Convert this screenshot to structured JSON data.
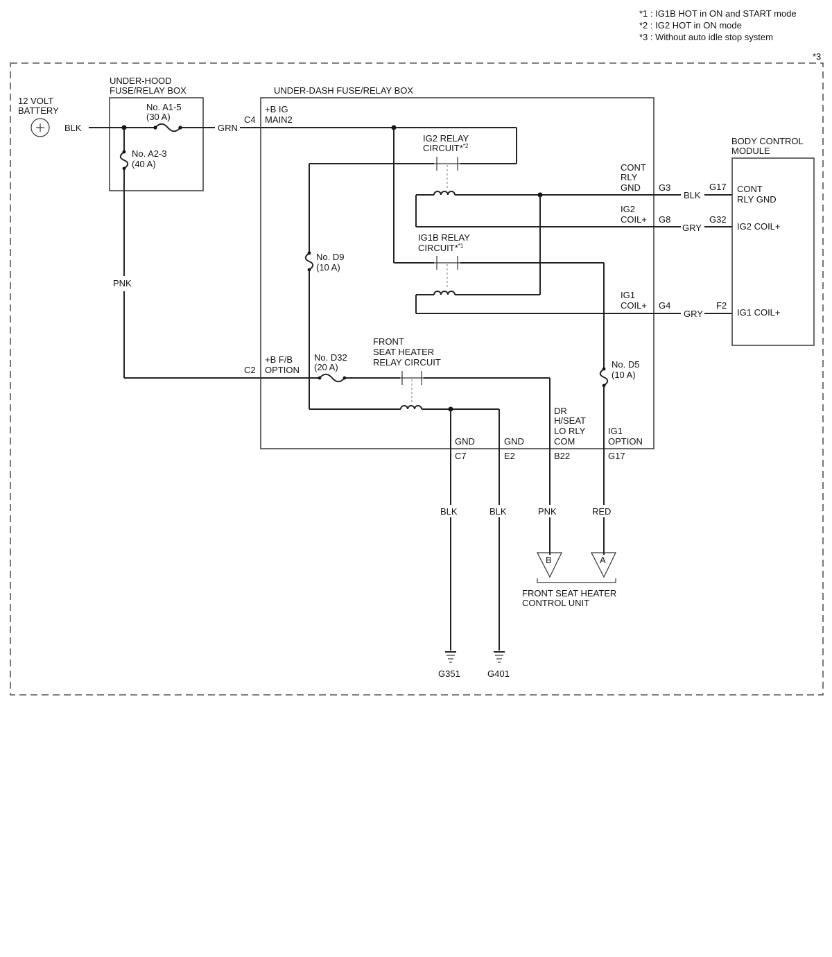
{
  "notes": {
    "n1": "*1 : IG1B HOT in ON and START mode",
    "n2": "*2 : IG2 HOT in ON mode",
    "n3": "*3 : Without auto idle stop system",
    "frame_mark": "*3"
  },
  "battery": {
    "l1": "12 VOLT",
    "l2": "BATTERY",
    "wire": "BLK"
  },
  "underhood": {
    "l1": "UNDER-HOOD",
    "l2": "FUSE/RELAY BOX",
    "fuse_a15": "No. A1-5",
    "fuse_a15_rating": "(30 A)",
    "fuse_a23": "No. A2-3",
    "fuse_a23_rating": "(40 A)",
    "wire_out": "GRN",
    "wire_pnk": "PNK"
  },
  "underdash": {
    "title": "UNDER-DASH FUSE/RELAY BOX",
    "c4": "C4",
    "main_l1": "+B IG",
    "main_l2": "MAIN2",
    "ig2_relay_l1": "IG2 RELAY",
    "ig2_relay_l2": "CIRCUIT*",
    "ig2_relay_sup": "*2",
    "ig1b_relay_l1": "IG1B RELAY",
    "ig1b_relay_l2": "CIRCUIT*",
    "ig1b_relay_sup": "*1",
    "cont_l1": "CONT",
    "cont_l2": "RLY",
    "cont_l3": "GND",
    "ig2coil_l1": "IG2",
    "ig2coil_l2": "COIL+",
    "ig1coil_l1": "IG1",
    "ig1coil_l2": "COIL+",
    "g3": "G3",
    "g8": "G8",
    "g4": "G4",
    "fuse_d9": "No. D9",
    "fuse_d9_rating": "(10 A)",
    "fuse_d32": "No. D32",
    "fuse_d32_rating": "(20 A)",
    "fuse_d5": "No. D5",
    "fuse_d5_rating": "(10 A)",
    "front_l1": "FRONT",
    "front_l2": "SEAT HEATER",
    "front_l3": "RELAY CIRCUIT",
    "c2": "C2",
    "bfb_l1": "+B F/B",
    "bfb_l2": "OPTION",
    "gnd1": "GND",
    "gnd2": "GND",
    "dr_l1": "DR",
    "dr_l2": "H/SEAT",
    "dr_l3": "LO RLY",
    "dr_l4": "COM",
    "ig1opt_l1": "IG1",
    "ig1opt_l2": "OPTION",
    "c7": "C7",
    "e2": "E2",
    "b22": "B22",
    "g17": "G17"
  },
  "bcm": {
    "l1": "BODY CONTROL",
    "l2": "MODULE",
    "g17": "G17",
    "g32": "G32",
    "f2": "F2",
    "cont_l1": "CONT",
    "cont_l2": "RLY GND",
    "ig2": "IG2 COIL+",
    "ig1": "IG1 COIL+",
    "wire_blk": "BLK",
    "wire_gry1": "GRY",
    "wire_gry2": "GRY"
  },
  "outputs": {
    "wire_blk1": "BLK",
    "wire_blk2": "BLK",
    "wire_pnk": "PNK",
    "wire_red": "RED",
    "term_b": "B",
    "term_a": "A",
    "unit_l1": "FRONT SEAT HEATER",
    "unit_l2": "CONTROL UNIT",
    "ground1": "G351",
    "ground2": "G401"
  }
}
